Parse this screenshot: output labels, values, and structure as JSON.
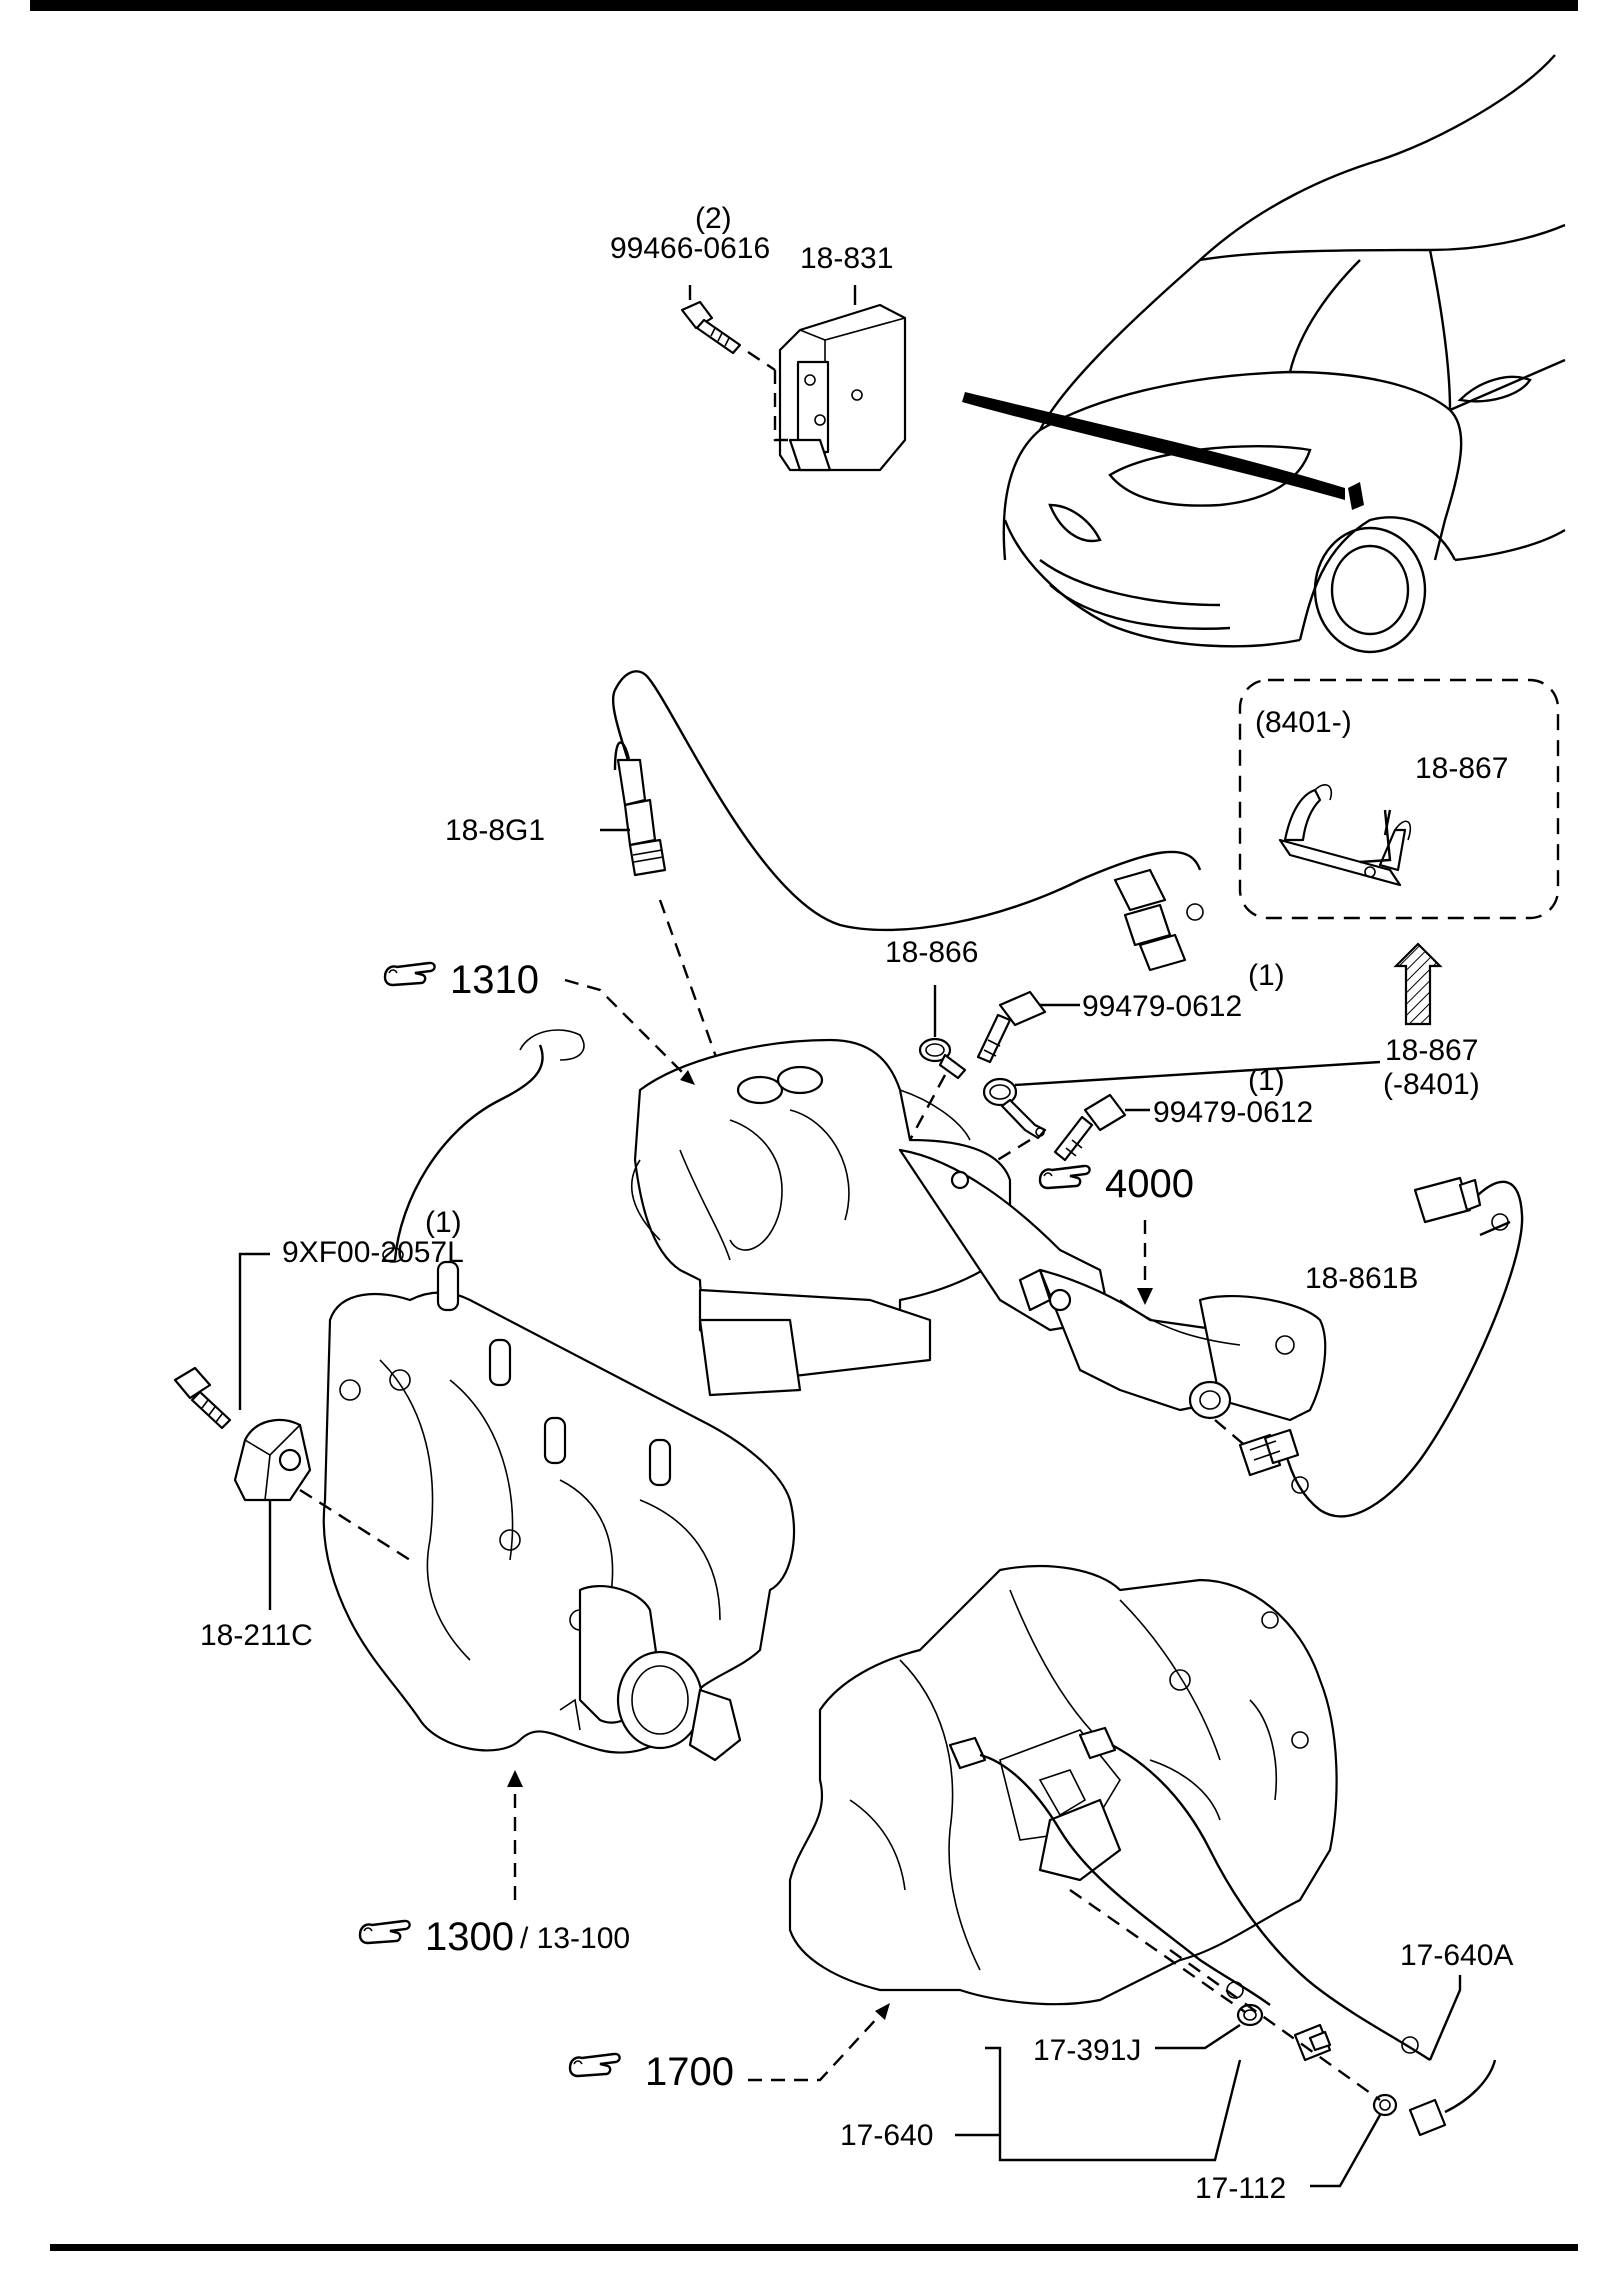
{
  "callouts": {
    "bolt_top": "99466-0616",
    "bolt_top_qty": "(2)",
    "module_top": "18-831",
    "sensor_o2_front": "18-8G1",
    "range_box": "(8401-)",
    "bracket_new": "18-867",
    "clip": "18-866",
    "bolt_a": "99479-0612",
    "bolt_a_qty": "(1)",
    "bracket_old": "18-867",
    "bracket_old_range": "(-8401)",
    "bolt_b": "99479-0612",
    "bolt_b_qty": "(1)",
    "bolt_left": "9XF00-2057L",
    "bolt_left_qty": "(1)",
    "sensor_o2_rear": "18-861B",
    "tps": "18-211C",
    "switch_a": "17-640A",
    "switch_b": "17-391J",
    "switch_group": "17-640",
    "gasket": "17-112"
  },
  "refs": {
    "r1310": "1310",
    "r4000": "4000",
    "r1300": "1300",
    "r1300_sub": "/ 13-100",
    "r1700": "1700"
  },
  "icons": [
    "pointing-hand-icon",
    "up-arrow-icon"
  ]
}
